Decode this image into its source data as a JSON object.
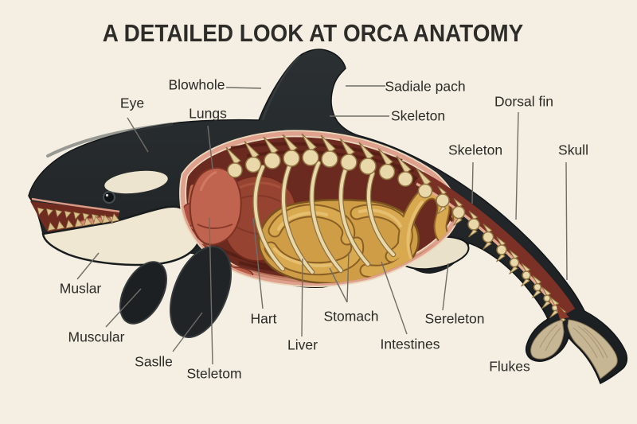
{
  "title": "A DETAILED LOOK AT ORCA ANATOMY",
  "labels": {
    "eye": {
      "text": "Eye"
    },
    "blowhole": {
      "text": "Blowhole"
    },
    "lungs": {
      "text": "Lungs"
    },
    "saddle_patch": {
      "text": "Sadiale pach"
    },
    "skeleton_fin": {
      "text": "Skeleton"
    },
    "dorsal_fin": {
      "text": "Dorsal fin"
    },
    "skeleton_tail": {
      "text": "Skeleton"
    },
    "skull": {
      "text": "Skull"
    },
    "muslar": {
      "text": "Muslar"
    },
    "muscular": {
      "text": "Muscular"
    },
    "saslle": {
      "text": "Saslle"
    },
    "steletom": {
      "text": "Steletom"
    },
    "hart": {
      "text": "Hart"
    },
    "liver": {
      "text": "Liver"
    },
    "stomach": {
      "text": "Stomach"
    },
    "intestines": {
      "text": "Intestines"
    },
    "sereleton": {
      "text": "Sereleton"
    },
    "flukes": {
      "text": "Flukes"
    }
  },
  "colors": {
    "background": "#f4efe2",
    "body_black": "#212527",
    "belly_cream": "#efe7d2",
    "cutaway_rim_pink": "#dfa18d",
    "muscle_maroon": "#6a2a20",
    "lung_salmon": "#c06450",
    "heart_dark_red": "#974331",
    "intestine_yellow": "#d8a94f",
    "bone_cream": "#e9d8aa",
    "fluke_tan": "#c7b694",
    "text": "#2b2a27",
    "leader_line": "#6f6d66"
  }
}
